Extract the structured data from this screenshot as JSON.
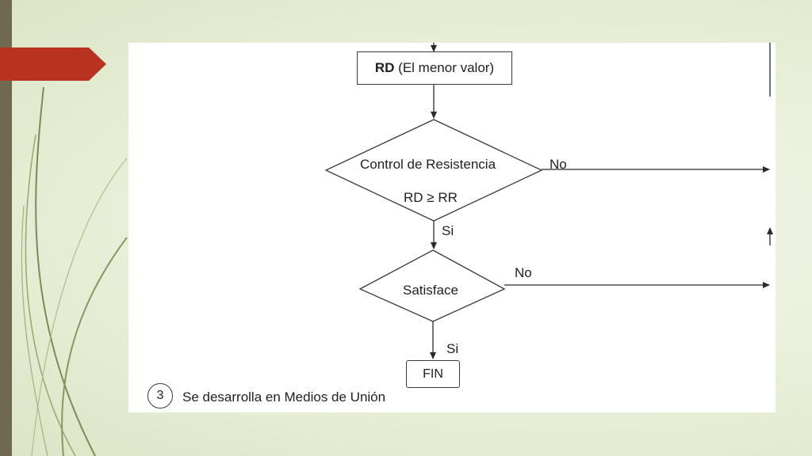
{
  "flowchart": {
    "box_rd_bold": "RD",
    "box_rd_rest": " (El menor valor)",
    "decision_control_line1": "Control de Resistencia",
    "decision_control_line2": "RD ≥ RR",
    "label_no_control": "No",
    "label_si_control": "Si",
    "decision_satisface": "Satisface",
    "label_no_satisface": "No",
    "label_si_satisface": "Si",
    "end_box": "FIN",
    "step_number": "3",
    "step_text": "Se desarrolla en Medios de Unión"
  },
  "colors": {
    "accent": "#b8321f",
    "sidebar": "#6f6a4f",
    "background": "#e8efd8",
    "line": "#3a3a3a"
  }
}
